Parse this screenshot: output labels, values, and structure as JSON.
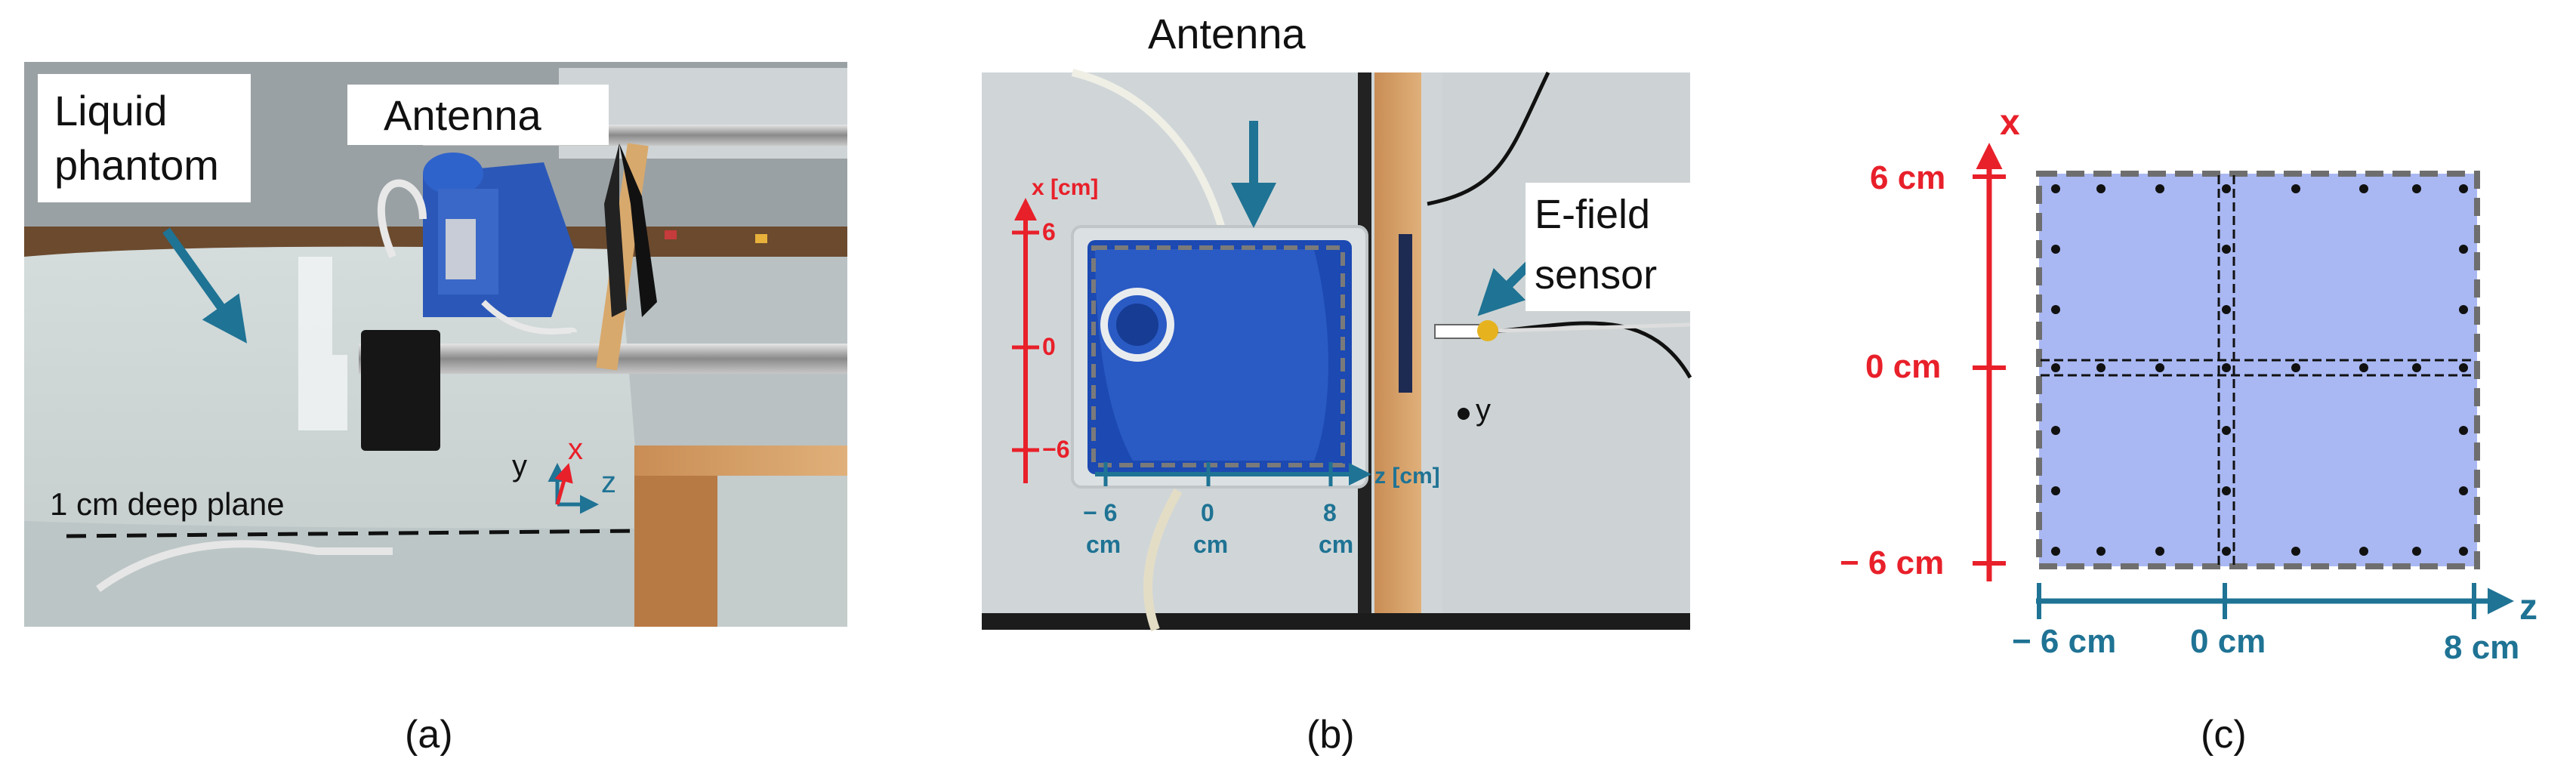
{
  "colors": {
    "red": "#e8202a",
    "teal": "#1f7394",
    "blue_fill": "#a9b8f2",
    "dash_grey": "#6e6e6e"
  },
  "panel_a": {
    "caption": "(a)",
    "label_liquid_1": "Liquid",
    "label_liquid_2": "phantom",
    "label_antenna": "Antenna",
    "label_plane": "1 cm deep plane",
    "axis_y": "y",
    "axis_x": "x",
    "axis_z": "z"
  },
  "panel_b": {
    "caption": "(b)",
    "label_antenna": "Antenna",
    "label_sensor_1": "E-field",
    "label_sensor_2": "sensor",
    "x_axis_title": "x [cm]",
    "x_ticks": [
      "6",
      "0",
      "−6"
    ],
    "z_axis_title": "z [cm]",
    "z_ticks": [
      {
        "num": "− 6",
        "unit": "cm"
      },
      {
        "num": "0",
        "unit": "cm"
      },
      {
        "num": "8",
        "unit": "cm"
      }
    ],
    "y_label": "y"
  },
  "panel_c": {
    "caption": "(c)",
    "x_axis": "x",
    "z_axis": "z",
    "x_ticks": [
      "6 cm",
      "0 cm",
      "− 6 cm"
    ],
    "z_ticks": [
      "− 6 cm",
      "0 cm",
      "8 cm"
    ]
  }
}
